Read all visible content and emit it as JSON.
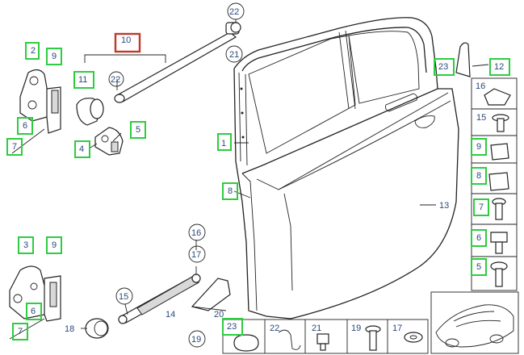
{
  "title": "",
  "callouts": {
    "c1": "1",
    "c2": "2",
    "c3": "3",
    "c4": "4",
    "c5": "5",
    "c6": "6",
    "c7": "7",
    "c8": "8",
    "c9": "9",
    "c10": "10",
    "c11": "11",
    "c12": "12",
    "c13": "13",
    "c14": "14",
    "c15": "15",
    "c16": "16",
    "c17": "17",
    "c18": "18",
    "c19": "19",
    "c20": "20",
    "c21": "21",
    "c22": "22",
    "c23": "23"
  },
  "colors": {
    "highlight_green": "#2ecc40",
    "highlight_red": "#c0392b",
    "label_text": "#2a4a7a",
    "line": "#222222"
  }
}
